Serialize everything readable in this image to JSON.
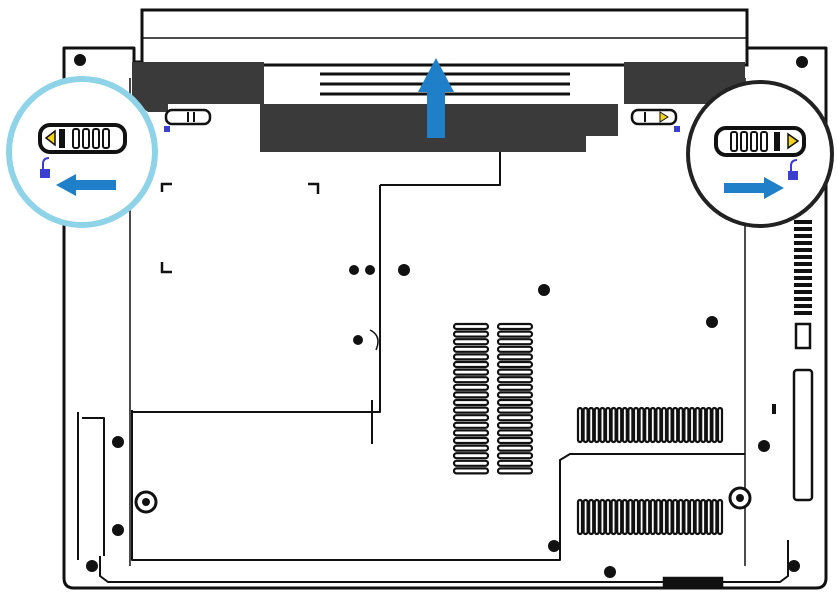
{
  "colors": {
    "outline": "#111111",
    "battery_fill": "#3a3a3a",
    "arrow_blue": "#1f7fc8",
    "callout_left_ring": "#8fd3e8",
    "callout_right_ring": "#222222",
    "latch_yellow": "#f2d21b",
    "lock_icon_blue": "#3a3fd0",
    "background": "#ffffff"
  },
  "figure": {
    "subject": "laptop-underside-battery-removal",
    "callouts": [
      {
        "side": "left",
        "latch_state": "unlocked",
        "arrow_direction": "left",
        "icon": "unlock-icon"
      },
      {
        "side": "right",
        "latch_state": "unlocked",
        "arrow_direction": "right",
        "icon": "unlock-icon"
      }
    ],
    "removal_arrow_direction": "up"
  }
}
